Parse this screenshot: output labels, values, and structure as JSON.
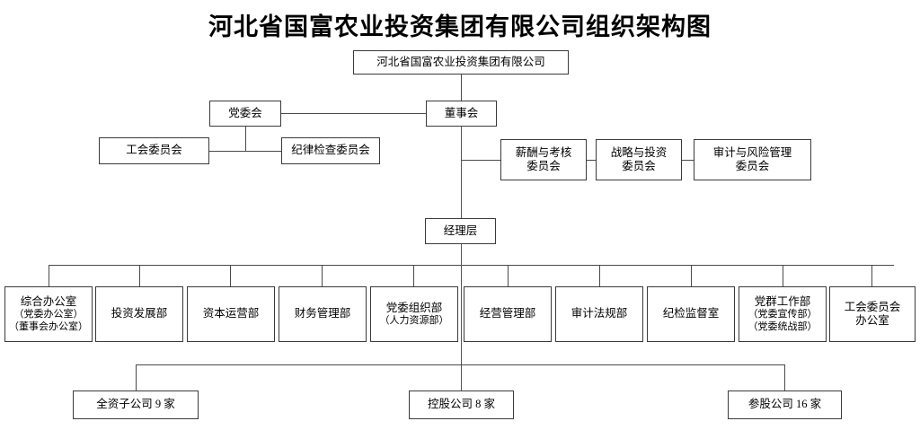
{
  "chart_data": {
    "type": "diagram",
    "diagram_type": "organizational-chart",
    "title": "河北省国富农业投资集团有限公司组织架构图",
    "nodes": [
      {
        "id": "company",
        "label": "河北省国富农业投资集团有限公司",
        "lines": [
          "河北省国富农业投资集团有限公司"
        ],
        "level": 0
      },
      {
        "id": "party",
        "label": "党委会",
        "lines": [
          "党委会"
        ],
        "level": 1
      },
      {
        "id": "board",
        "label": "董事会",
        "lines": [
          "董事会"
        ],
        "level": 1
      },
      {
        "id": "union",
        "label": "工会委员会",
        "lines": [
          "工会委员会"
        ],
        "level": 2
      },
      {
        "id": "discipline",
        "label": "纪律检查委员会",
        "lines": [
          "纪律检查委员会"
        ],
        "level": 2
      },
      {
        "id": "comp",
        "label": "薪酬与考核委员会",
        "lines": [
          "薪酬与考核",
          "委员会"
        ],
        "level": 2
      },
      {
        "id": "strategy",
        "label": "战略与投资委员会",
        "lines": [
          "战略与投资",
          "委员会"
        ],
        "level": 2
      },
      {
        "id": "audit_risk",
        "label": "审计与风险管理委员会",
        "lines": [
          "审计与风险管理",
          "委员会"
        ],
        "level": 2
      },
      {
        "id": "management",
        "label": "经理层",
        "lines": [
          "经理层"
        ],
        "level": 3
      },
      {
        "id": "dept1",
        "label": "综合办公室（党委办公室）（董事会办公室）",
        "lines": [
          "综合办公室",
          "（党委办公室）",
          "（董事会办公室）"
        ],
        "level": 4
      },
      {
        "id": "dept2",
        "label": "投资发展部",
        "lines": [
          "投资发展部"
        ],
        "level": 4
      },
      {
        "id": "dept3",
        "label": "资本运营部",
        "lines": [
          "资本运营部"
        ],
        "level": 4
      },
      {
        "id": "dept4",
        "label": "财务管理部",
        "lines": [
          "财务管理部"
        ],
        "level": 4
      },
      {
        "id": "dept5",
        "label": "党委组织部（人力资源部）",
        "lines": [
          "党委组织部",
          "（人力资源部）"
        ],
        "level": 4
      },
      {
        "id": "dept6",
        "label": "经营管理部",
        "lines": [
          "经营管理部"
        ],
        "level": 4
      },
      {
        "id": "dept7",
        "label": "审计法规部",
        "lines": [
          "审计法规部"
        ],
        "level": 4
      },
      {
        "id": "dept8",
        "label": "纪检监督室",
        "lines": [
          "纪检监督室"
        ],
        "level": 4
      },
      {
        "id": "dept9",
        "label": "党群工作部（党委宣传部）（党委统战部）",
        "lines": [
          "党群工作部",
          "（党委宣传部）",
          "（党委统战部）"
        ],
        "level": 4
      },
      {
        "id": "dept10",
        "label": "工会委员会办公室",
        "lines": [
          "工会委员会",
          "办公室"
        ],
        "level": 4
      },
      {
        "id": "sub1",
        "label": "全资子公司 9 家",
        "lines": [
          "全资子公司 9 家"
        ],
        "level": 5,
        "count": 9
      },
      {
        "id": "sub2",
        "label": "控股公司 8 家",
        "lines": [
          "控股公司 8 家"
        ],
        "level": 5,
        "count": 8
      },
      {
        "id": "sub3",
        "label": "参股公司 16 家",
        "lines": [
          "参股公司 16 家"
        ],
        "level": 5,
        "count": 16
      }
    ],
    "edges": [
      {
        "from": "company",
        "to": "board"
      },
      {
        "from": "board",
        "to": "party"
      },
      {
        "from": "party",
        "to": "union"
      },
      {
        "from": "party",
        "to": "discipline"
      },
      {
        "from": "board",
        "to": "comp"
      },
      {
        "from": "board",
        "to": "strategy"
      },
      {
        "from": "board",
        "to": "audit_risk"
      },
      {
        "from": "board",
        "to": "management"
      },
      {
        "from": "management",
        "to": "dept1"
      },
      {
        "from": "management",
        "to": "dept2"
      },
      {
        "from": "management",
        "to": "dept3"
      },
      {
        "from": "management",
        "to": "dept4"
      },
      {
        "from": "management",
        "to": "dept5"
      },
      {
        "from": "management",
        "to": "dept6"
      },
      {
        "from": "management",
        "to": "dept7"
      },
      {
        "from": "management",
        "to": "dept8"
      },
      {
        "from": "management",
        "to": "dept9"
      },
      {
        "from": "management",
        "to": "dept10"
      },
      {
        "from": "management",
        "to": "sub1"
      },
      {
        "from": "management",
        "to": "sub2"
      },
      {
        "from": "management",
        "to": "sub3"
      }
    ],
    "colors": {
      "background": "#ffffff",
      "box_border": "#3a3a3a",
      "connector": "#4a4a4a",
      "text": "#000000"
    }
  },
  "title": {
    "text": "河北省国富农业投资集团有限公司组织架构图"
  },
  "nodes": {
    "company": {
      "l1": "河北省国富农业投资集团有限公司"
    },
    "party": {
      "l1": "党委会"
    },
    "board": {
      "l1": "董事会"
    },
    "union": {
      "l1": "工会委员会"
    },
    "discipline": {
      "l1": "纪律检查委员会"
    },
    "comp": {
      "l1": "薪酬与考核",
      "l2": "委员会"
    },
    "strategy": {
      "l1": "战略与投资",
      "l2": "委员会"
    },
    "audit_risk": {
      "l1": "审计与风险管理",
      "l2": "委员会"
    },
    "management": {
      "l1": "经理层"
    },
    "dept1": {
      "l1": "综合办公室",
      "l2": "（党委办公室）",
      "l3": "（董事会办公室）"
    },
    "dept2": {
      "l1": "投资发展部"
    },
    "dept3": {
      "l1": "资本运营部"
    },
    "dept4": {
      "l1": "财务管理部"
    },
    "dept5": {
      "l1": "党委组织部",
      "l2": "（人力资源部）"
    },
    "dept6": {
      "l1": "经营管理部"
    },
    "dept7": {
      "l1": "审计法规部"
    },
    "dept8": {
      "l1": "纪检监督室"
    },
    "dept9": {
      "l1": "党群工作部",
      "l2": "（党委宣传部）",
      "l3": "（党委统战部）"
    },
    "dept10": {
      "l1": "工会委员会",
      "l2": "办公室"
    },
    "sub1": {
      "l1": "全资子公司 9 家"
    },
    "sub2": {
      "l1": "控股公司 8 家"
    },
    "sub3": {
      "l1": "参股公司 16 家"
    }
  }
}
